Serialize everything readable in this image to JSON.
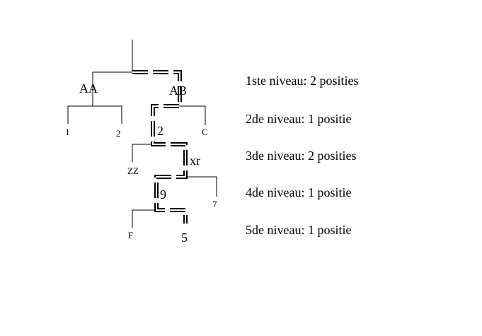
{
  "tree": {
    "labels": {
      "aa": "AA",
      "ab": "AB",
      "n1": "1",
      "n2": "2",
      "two": "2",
      "c": "C",
      "zz": "ZZ",
      "xr": "xr",
      "nine": "9",
      "seven": "7",
      "f": "F",
      "five": "5"
    }
  },
  "levels": [
    "1ste niveau: 2 posities",
    "2de niveau: 1 positie",
    "3de niveau: 2 posities",
    "4de niveau: 1 positie",
    "5de niveau: 1 positie"
  ]
}
